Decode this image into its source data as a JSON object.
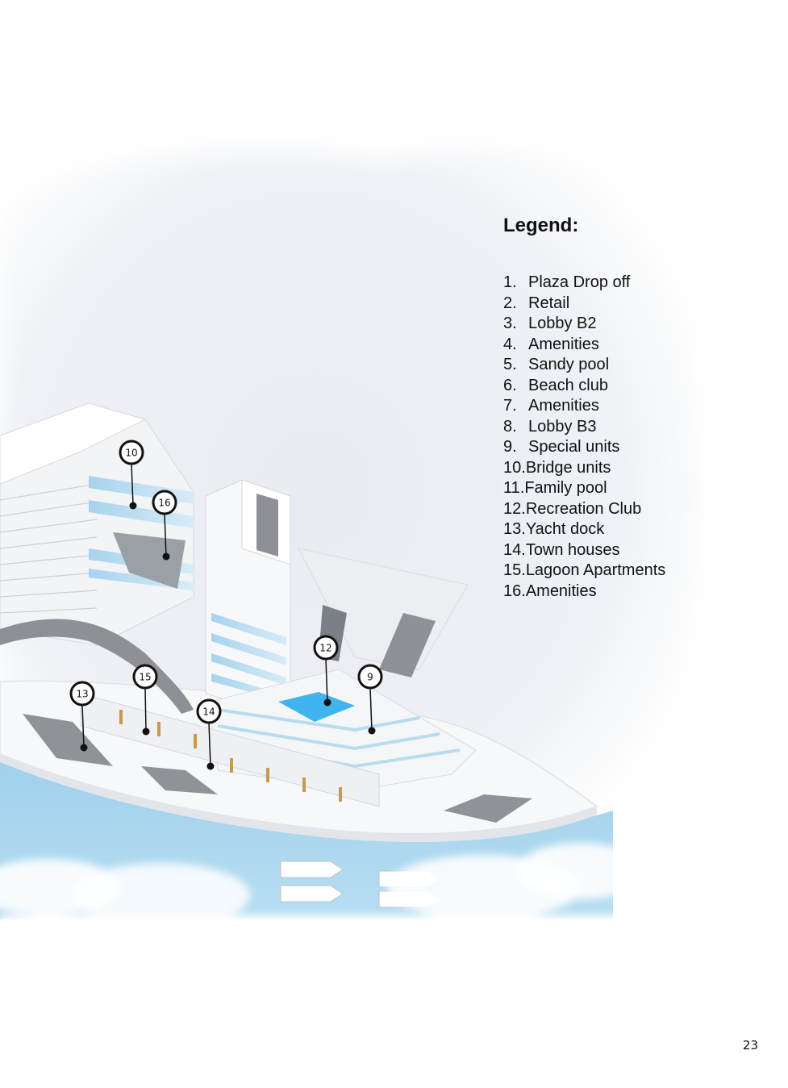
{
  "legend": {
    "title": "Legend:",
    "items": [
      {
        "num": "1.",
        "label": "Plaza Drop off"
      },
      {
        "num": "2.",
        "label": "Retail"
      },
      {
        "num": "3.",
        "label": "Lobby B2"
      },
      {
        "num": "4.",
        "label": "Amenities"
      },
      {
        "num": "5.",
        "label": "Sandy pool"
      },
      {
        "num": "6.",
        "label": "Beach club"
      },
      {
        "num": "7.",
        "label": "Amenities"
      },
      {
        "num": "8.",
        "label": "Lobby B3"
      },
      {
        "num": "9.",
        "label": "Special units"
      },
      {
        "num": "10.",
        "label": "Bridge units"
      },
      {
        "num": "11.",
        "label": "Family pool"
      },
      {
        "num": "12.",
        "label": "Recreation Club"
      },
      {
        "num": "13.",
        "label": "Yacht dock"
      },
      {
        "num": "14.",
        "label": "Town houses"
      },
      {
        "num": "15.",
        "label": "Lagoon Apartments"
      },
      {
        "num": "16.",
        "label": "Amenities"
      }
    ]
  },
  "markers": [
    "10",
    "16",
    "12",
    "9",
    "15",
    "13",
    "14"
  ],
  "page_number": "23",
  "colors": {
    "water": "#a9d6ee",
    "building": "#f4f6f8",
    "glass": "#b9dcf0",
    "cloud": "#eef1f5",
    "marker": "#111111"
  }
}
